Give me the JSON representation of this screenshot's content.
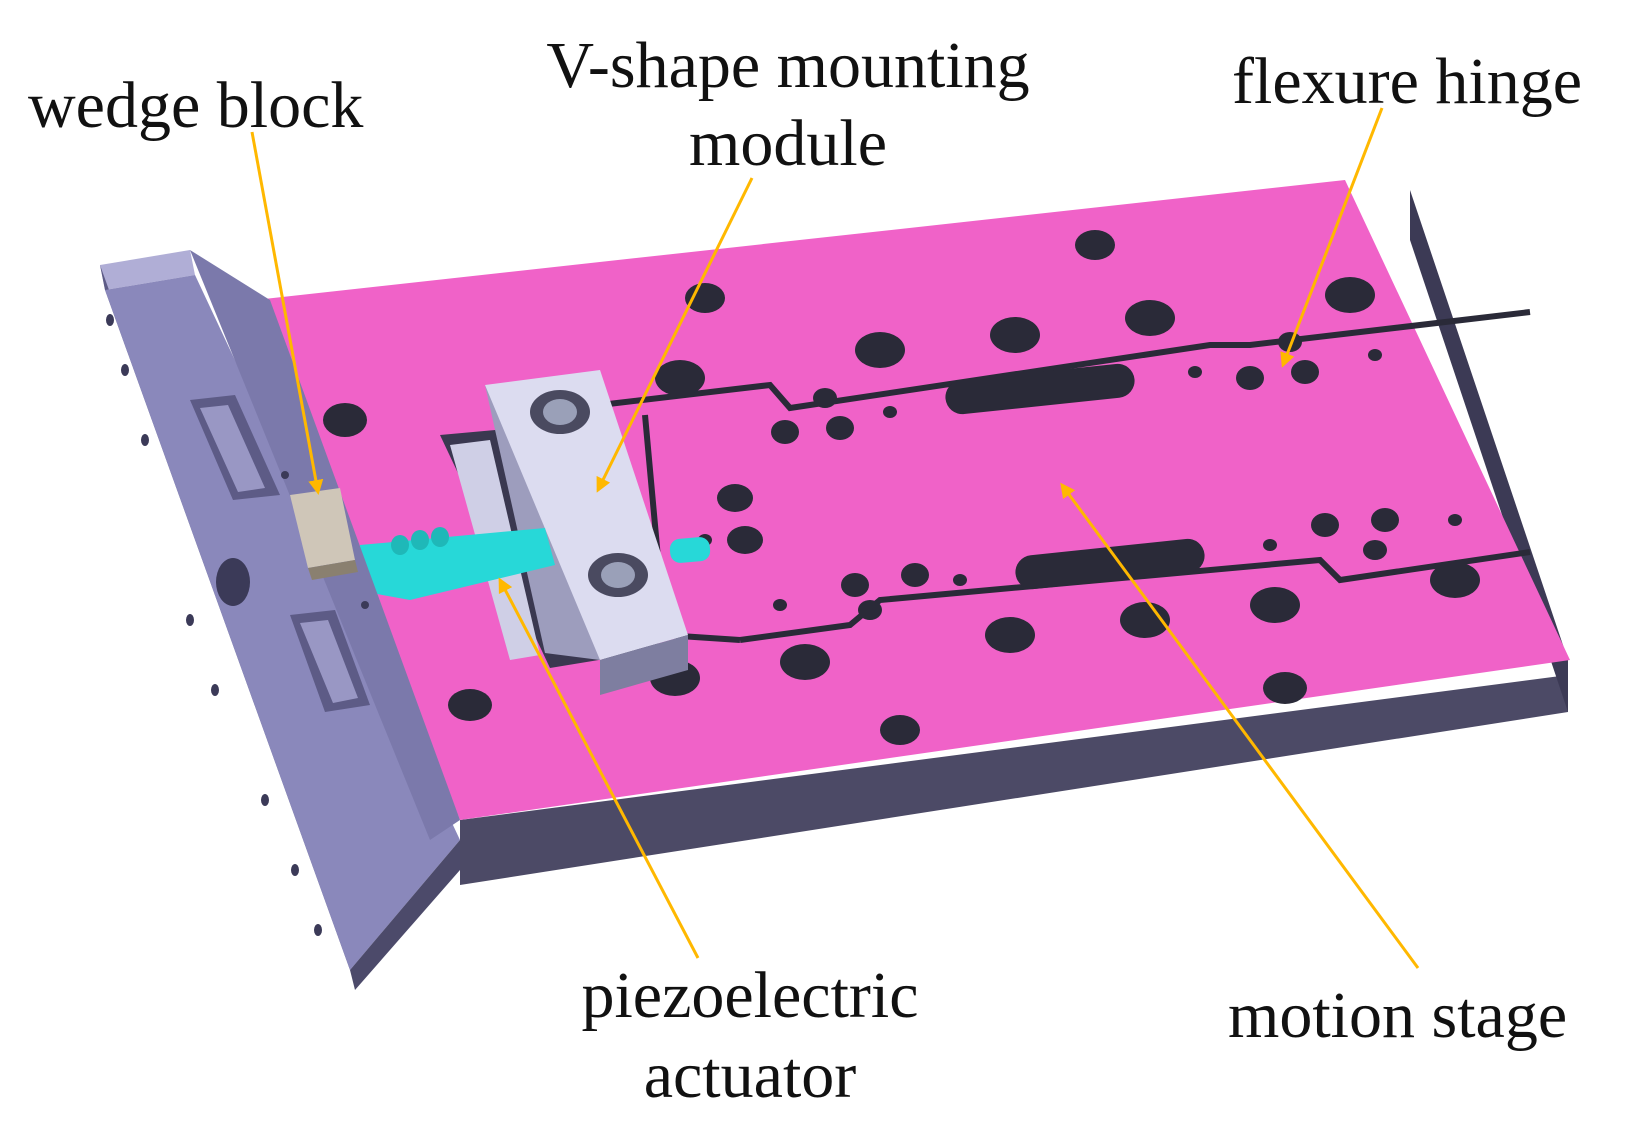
{
  "labels": {
    "wedge_block": "wedge block",
    "v_shape_line1": "V-shape mounting",
    "v_shape_line2": "module",
    "flexure_hinge": "flexure hinge",
    "piezo_line1": "piezoelectric",
    "piezo_line2": "actuator",
    "motion_stage": "motion stage"
  },
  "colors": {
    "stage_top": "#f062c8",
    "stage_side": "#4c4a66",
    "frame_face": "#8a88bb",
    "frame_side": "#5d5b86",
    "actuator": "#27d8d8",
    "mount_block": "#dcdcf0",
    "wedge": "#cfc6b8",
    "arrow": "#ffb800",
    "hole": "#2a2a38"
  },
  "icons": {
    "pointer": "arrow-pointer-icon"
  }
}
